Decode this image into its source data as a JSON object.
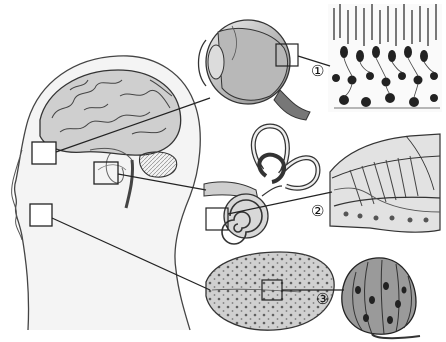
{
  "figure": {
    "labels": [
      {
        "id": "eye-retina",
        "text": "①"
      },
      {
        "id": "ear-cochlea",
        "text": "②"
      },
      {
        "id": "tongue-taste-bud",
        "text": "③"
      }
    ],
    "organs": [
      "head-brain",
      "eyeball",
      "retina-cells",
      "inner-ear",
      "cochlea-section",
      "tongue",
      "taste-bud"
    ]
  }
}
